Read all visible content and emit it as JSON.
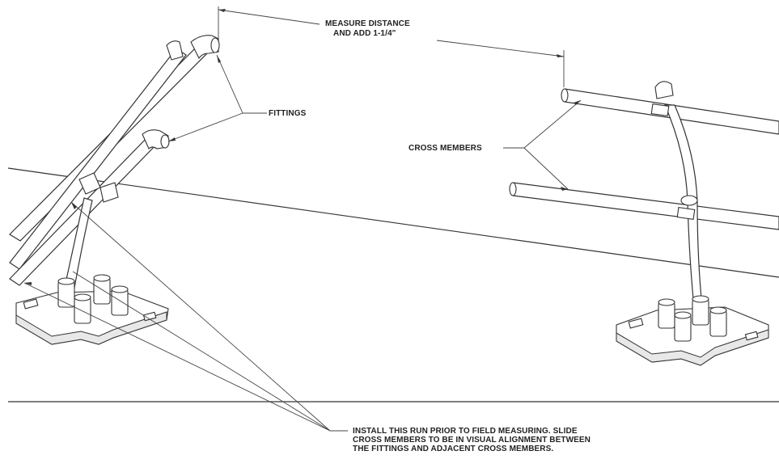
{
  "diagram": {
    "measure_line1": "MEASURE DISTANCE",
    "measure_line2": "AND ADD 1-1/4\"",
    "fittings": "FITTINGS",
    "cross_members": "CROSS MEMBERS",
    "install_line1": "INSTALL THIS RUN PRIOR TO FIELD MEASURING. SLIDE",
    "install_line2": "CROSS MEMBERS TO BE IN VISUAL ALIGNMENT BETWEEN",
    "install_line3": "THE FITTINGS AND ADJACENT CROSS MEMBERS."
  }
}
